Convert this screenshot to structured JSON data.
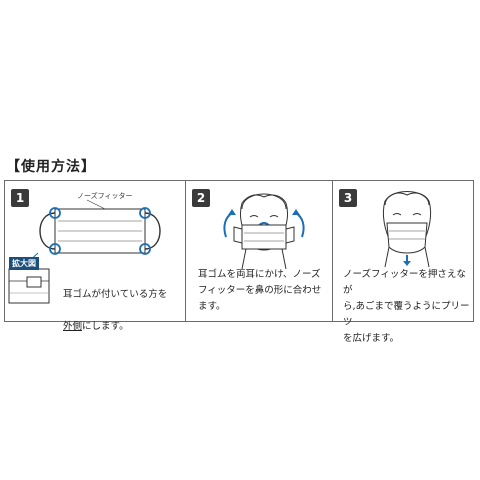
{
  "section_title": "【使用方法】",
  "steps": [
    {
      "number": "1",
      "text_line1": "耳ゴムが付いている方を",
      "text_line2_u": "外側",
      "text_line2_rest": "にします。",
      "zoom_label": "拡大図",
      "fitter_label": "ノーズフィッター"
    },
    {
      "number": "2",
      "text": "耳ゴムを両耳にかけ、ノーズ\nフィッターを鼻の形に合わせ\nます。"
    },
    {
      "number": "3",
      "text": "ノーズフィッターを押さえなが\nら,あごまで覆うようにプリーツ\nを広げます。"
    }
  ],
  "colors": {
    "accent_blue": "#1c6fb5",
    "badge_bg": "#3a3a3a",
    "frame": "#6b6b6b"
  }
}
